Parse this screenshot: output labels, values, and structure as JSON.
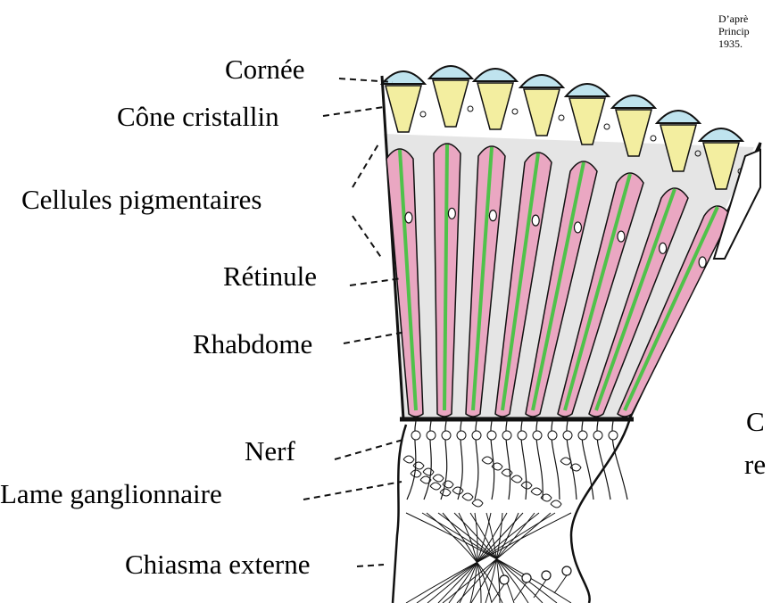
{
  "source_note": {
    "line1": "D’aprè",
    "line2": "Princip",
    "line3": "1935."
  },
  "labels": {
    "cornee": "Cornée",
    "cone": "Cône cristallin",
    "pigment": "Cellules pigmentaires",
    "retinule": "Rétinule",
    "rhabdome": "Rhabdome",
    "nerf": "Nerf",
    "lame": "Lame ganglionnaire",
    "chiasma": "Chiasma externe"
  },
  "cut_text": {
    "line1": "C",
    "line2": "re"
  },
  "colors": {
    "cornea": "#bfe3ee",
    "cone": "#f3eea0",
    "retinule": "#eaa7c2",
    "rhabdome": "#4fc24a",
    "ink": "#111111"
  }
}
